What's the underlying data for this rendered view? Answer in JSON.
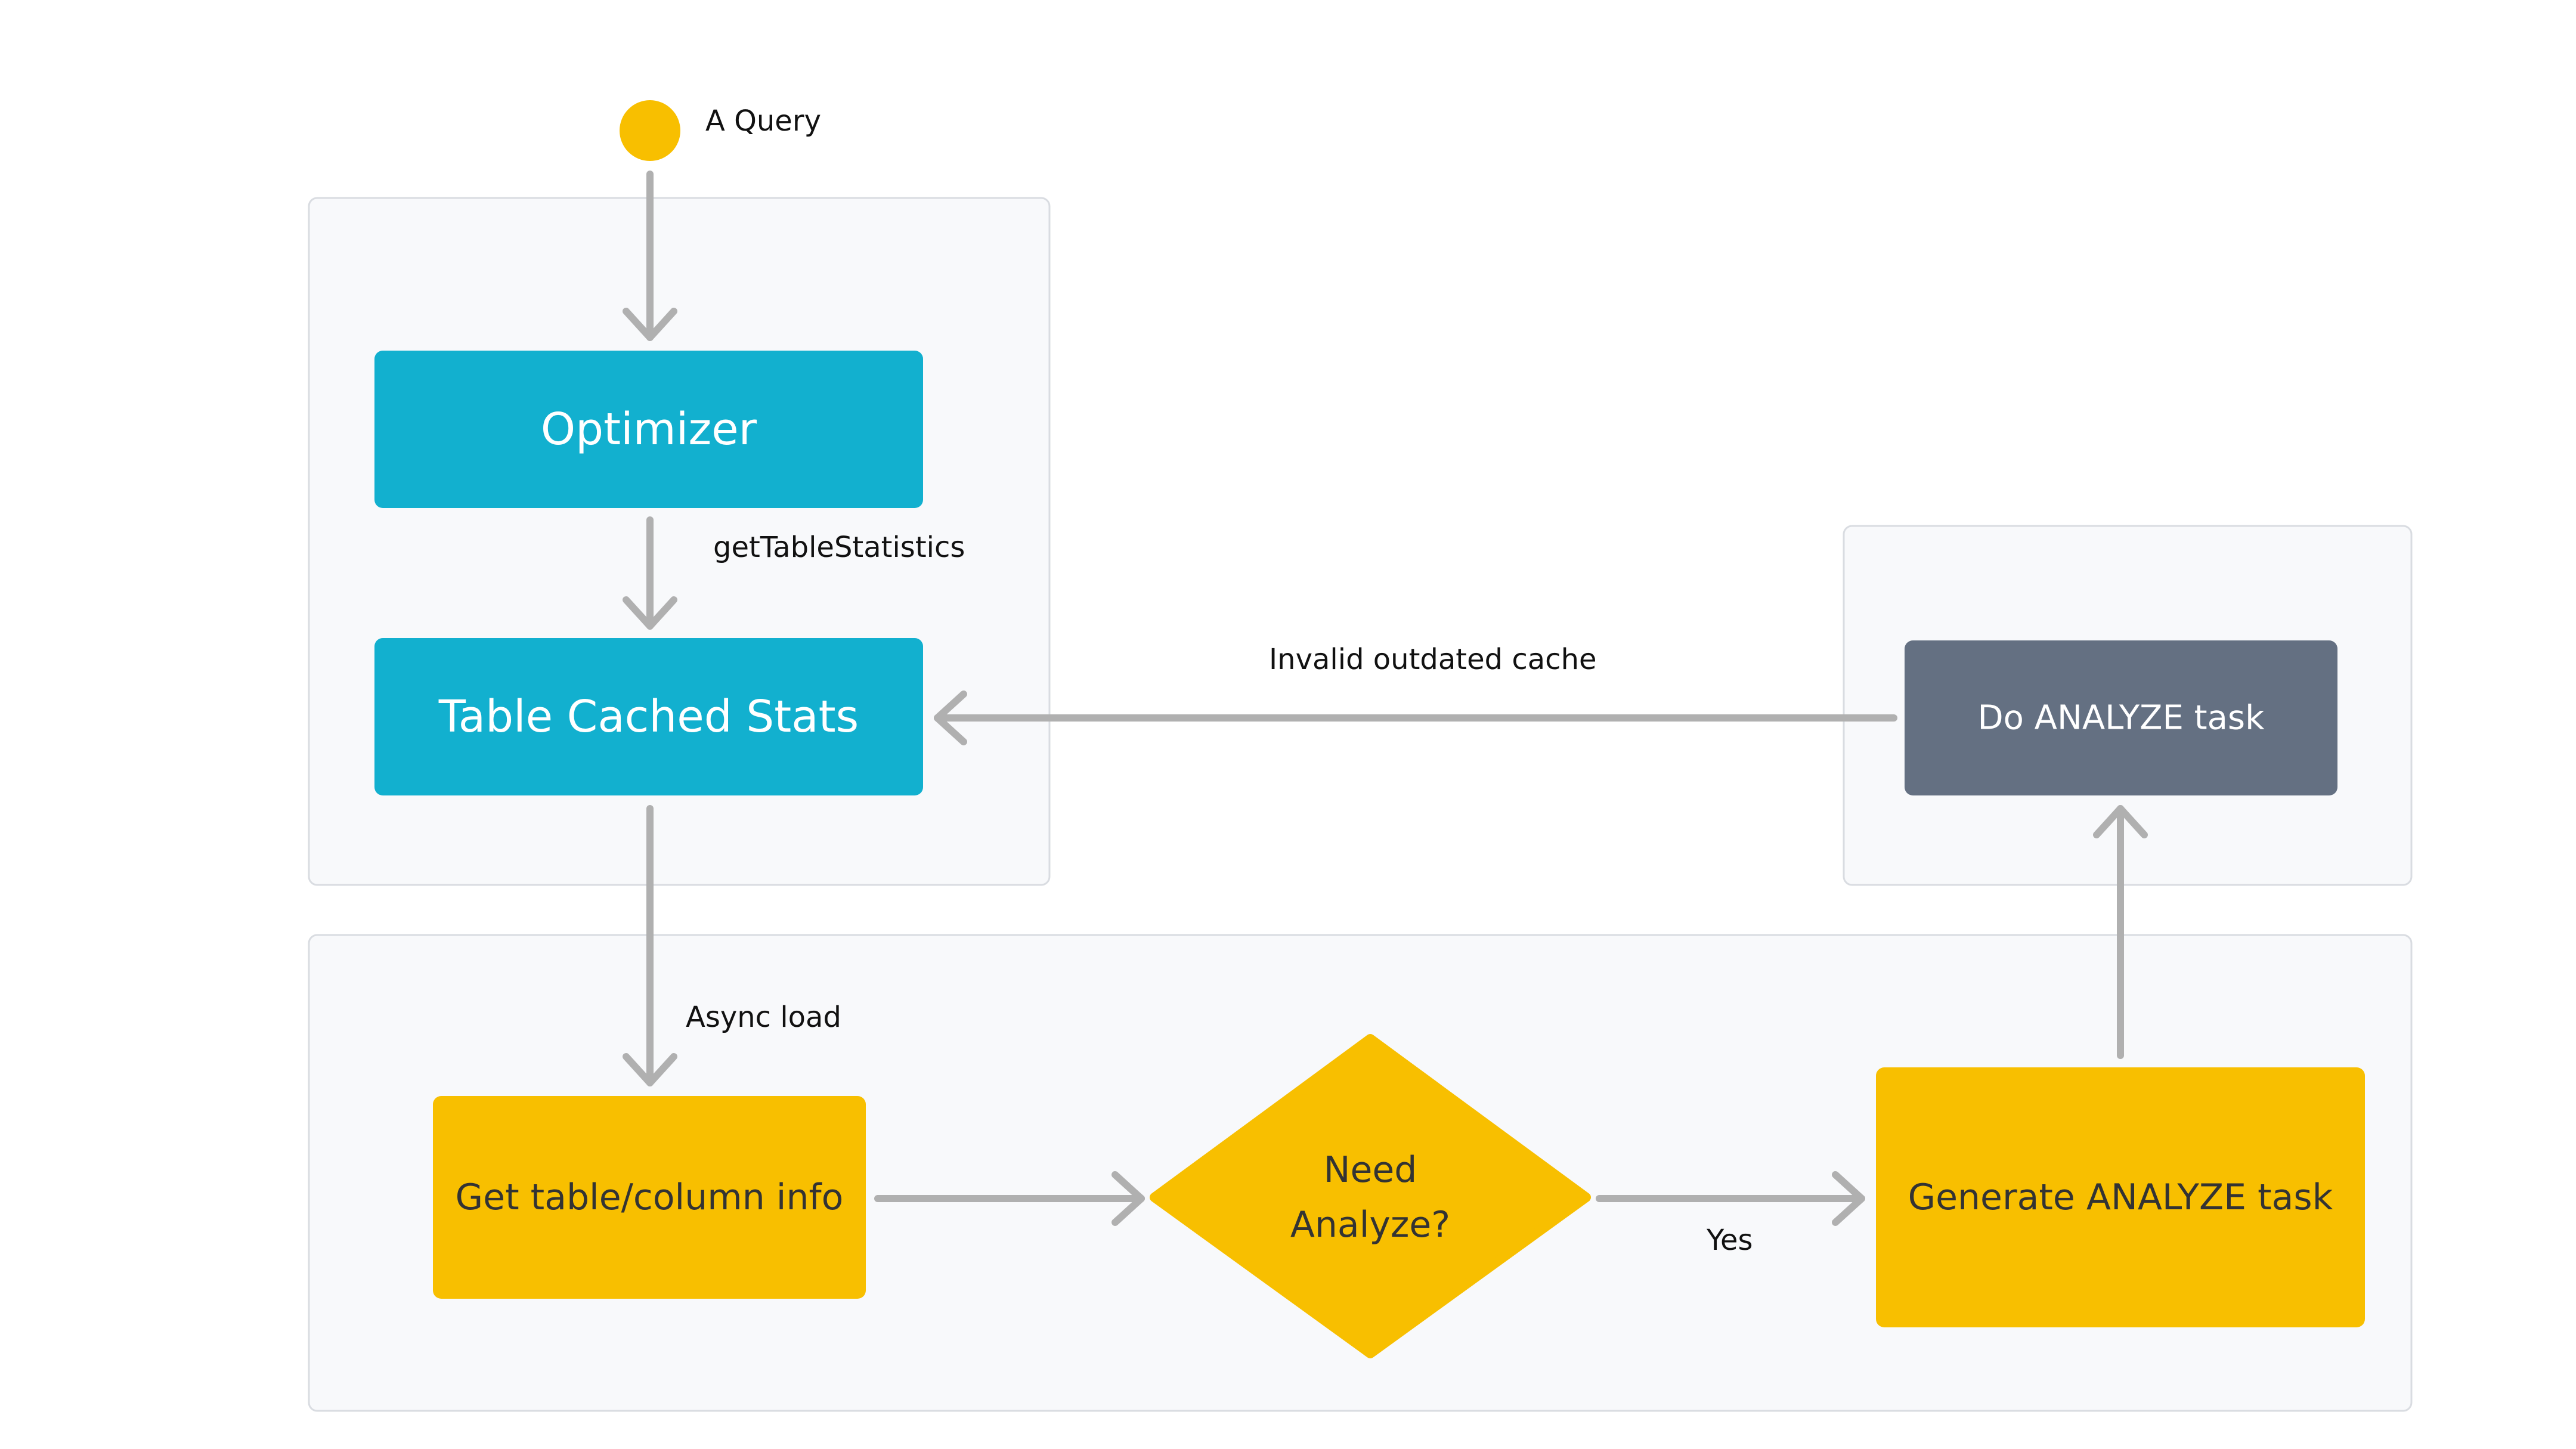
{
  "colors": {
    "background": "#ffffff",
    "group_fill": "#f8f9fb",
    "group_stroke": "#d9dce1",
    "teal": "#12b0cf",
    "slate": "#647082",
    "yellow": "#f8bf00",
    "arrow": "#b0b0b0",
    "white_text": "#ffffff",
    "dark_text": "#333333",
    "label_text": "#111111"
  },
  "nodes": {
    "start": {
      "label": "A Query"
    },
    "optimizer": {
      "label": "Optimizer"
    },
    "table_cached_stats": {
      "label": "Table Cached Stats"
    },
    "do_analyze": {
      "label": "Do ANALYZE task"
    },
    "get_info": {
      "label": "Get table/column info"
    },
    "need_analyze": {
      "line1": "Need",
      "line2": "Analyze?"
    },
    "generate_analyze": {
      "label": "Generate ANALYZE task"
    }
  },
  "edges": {
    "get_table_statistics": "getTableStatistics",
    "invalid_cache": "Invalid outdated cache",
    "async_load": "Async load",
    "yes": "Yes"
  }
}
